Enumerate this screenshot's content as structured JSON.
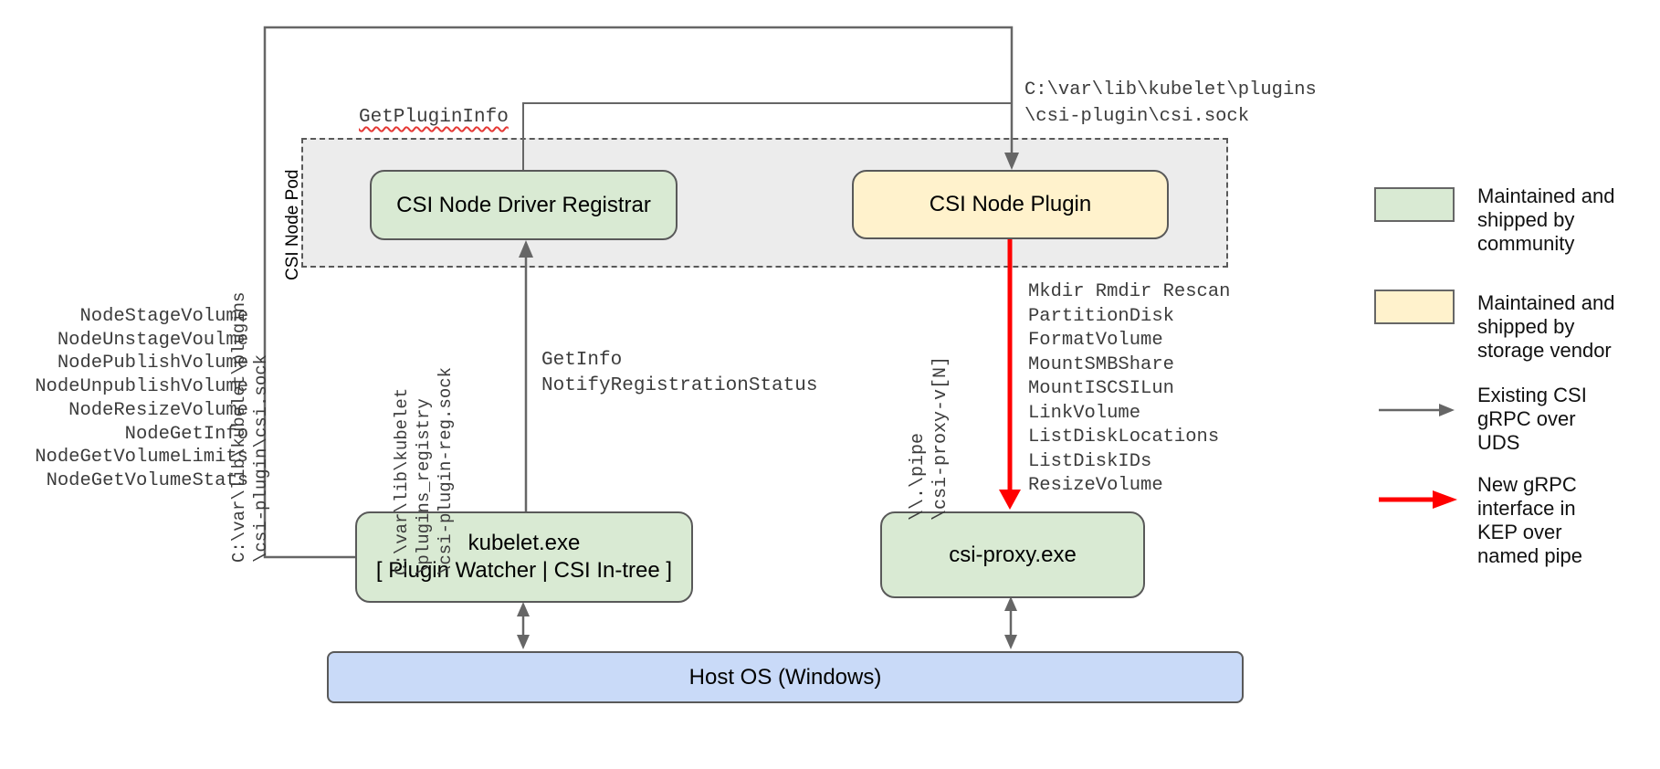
{
  "diagram": {
    "pod_label": "CSI Node Pod",
    "boxes": {
      "registrar": "CSI Node Driver Registrar",
      "plugin": "CSI Node Plugin",
      "kubelet_line1": "kubelet.exe",
      "kubelet_line2": "[ Plugin Watcher | CSI In-tree ]",
      "csi_proxy": "csi-proxy.exe",
      "host_os": "Host OS (Windows)"
    },
    "labels": {
      "get_plugin_info": "GetPluginInfo",
      "csi_sock_top": [
        "C:\\var\\lib\\kubelet\\plugins",
        "\\csi-plugin\\csi.sock"
      ],
      "csi_sock_left": [
        "C:\\var\\lib\\kubelet\\plugins",
        "\\csi-plugin\\csi.sock"
      ],
      "reg_sock": [
        "C:\\var\\lib\\kubelet",
        "\\plugins_registry",
        "\\csi-plugin-reg.sock"
      ],
      "pipe_path": [
        "\\\\.\\pipe",
        "\\csi-proxy-v[N]"
      ],
      "registration_calls": [
        "GetInfo",
        "NotifyRegistrationStatus"
      ],
      "node_calls": [
        "NodeStageVolume",
        "NodeUnstageVoulme",
        "NodePublishVolume",
        "NodeUnpublishVolume",
        "NodeResizeVolume",
        "NodeGetInfo",
        "NodeGetVolumeLimits",
        "NodeGetVolumeStats"
      ],
      "proxy_calls": [
        "Mkdir Rmdir Rescan",
        "PartitionDisk",
        "FormatVolume",
        "MountSMBShare",
        "MountISCSILun",
        "LinkVolume",
        "ListDiskLocations",
        "ListDiskIDs",
        "ResizeVolume"
      ]
    },
    "legend": [
      {
        "kind": "swatch-green",
        "lines": [
          "Maintained and",
          "shipped by",
          "community"
        ]
      },
      {
        "kind": "swatch-yellow",
        "lines": [
          "Maintained and",
          "shipped by",
          "storage vendor"
        ]
      },
      {
        "kind": "arrow-gray",
        "lines": [
          "Existing CSI",
          "gRPC over",
          "UDS"
        ]
      },
      {
        "kind": "arrow-red",
        "lines": [
          "New gRPC",
          "interface in",
          "KEP over",
          "named pipe"
        ]
      }
    ],
    "colors": {
      "community_green": "#d9ead3",
      "vendor_yellow": "#fff2cc",
      "host_blue": "#c9daf8",
      "pod_gray": "#ececec",
      "line_gray": "#666666",
      "new_interface_red": "#ff0000",
      "squiggle_red": "#e53935"
    }
  }
}
